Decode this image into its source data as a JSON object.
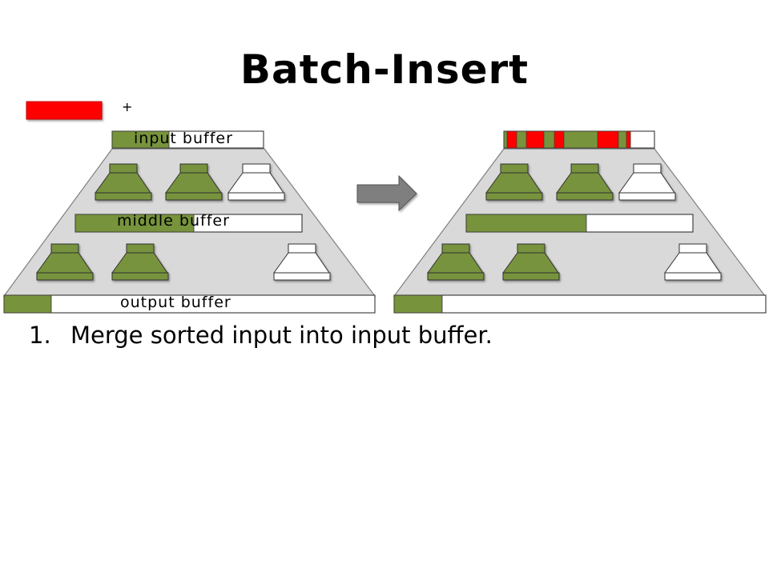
{
  "title": "Batch-Insert",
  "legend": {
    "plus": "+"
  },
  "labels": {
    "input_buffer": "input buffer",
    "middle_buffer": "middle buffer",
    "output_buffer": "output buffer"
  },
  "steps": [
    {
      "number": "1.",
      "text": "Merge sorted input into input buffer."
    }
  ],
  "colors": {
    "full": "#77933c",
    "empty": "#ffffff",
    "insert": "#ff0000",
    "background_trapezoid": "#d9d9d9",
    "arrow": "#7f7f7f"
  }
}
